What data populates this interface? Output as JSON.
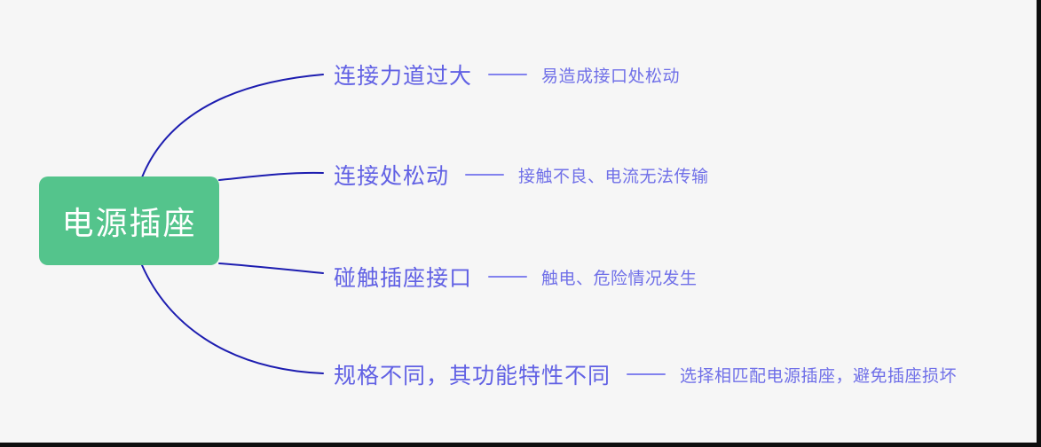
{
  "canvas": {
    "background_color": "#f6f6f6",
    "edge_bar_color": "#0e0e0e"
  },
  "colors": {
    "branch_line": "#1d1db0",
    "primary_text": "#6161e4",
    "note_text": "#7070e8",
    "dash": "#8282ee",
    "root_bg": "#54c48c",
    "root_text": "#ffffff"
  },
  "root": {
    "label": "电源插座"
  },
  "branches": [
    {
      "label": "连接力道过大",
      "note": "易造成接口处松动"
    },
    {
      "label": "连接处松动",
      "note": "接触不良、电流无法传输"
    },
    {
      "label": "碰触插座接口",
      "note": "触电、危险情况发生"
    },
    {
      "label": "规格不同，其功能特性不同",
      "note": "选择相匹配电源插座，避免插座损坏"
    }
  ]
}
